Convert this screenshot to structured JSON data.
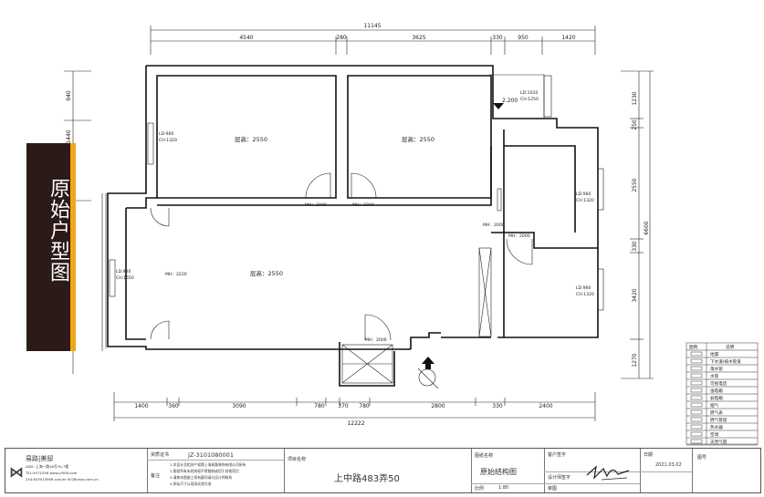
{
  "banner": {
    "text": "原始户型图"
  },
  "dims": {
    "total_top": "11145",
    "top": [
      "4540",
      "280",
      "3625",
      "330",
      "950",
      "1420"
    ],
    "total_bottom": "12222",
    "bottom": [
      "1400",
      "360",
      "3090",
      "780",
      "370",
      "780",
      "2800",
      "330",
      "2400"
    ],
    "total_right": "6600",
    "right": [
      "1230",
      "250",
      "2550",
      "330",
      "3420",
      "1270"
    ],
    "left": [
      "940",
      "1440"
    ]
  },
  "rooms": {
    "ch1": "层高：2550",
    "ch2": "层高：2550",
    "ch3": "层高：2550",
    "level": "2.200"
  },
  "windows": {
    "w1a": "LD:960",
    "w1b": "CH:1320",
    "w2a": "LD:1010",
    "w2b": "CH:1250",
    "w3a": "LD:960",
    "w3b": "CH:1320",
    "w4a": "LD:960",
    "w4b": "CH:1320",
    "w5a": "LD:920",
    "w5b": "CH:1550"
  },
  "doors": {
    "d1": "MH：2000",
    "d2": "MH：2000",
    "d3": "MH：2000",
    "d4": "MH：2000",
    "d5": "MH：2220",
    "d6": "MH：2000"
  },
  "legend": {
    "header_symbol": "图例",
    "header_desc": "说明",
    "items": [
      "地漏",
      "下水道/排水管道",
      "落水管",
      "水管",
      "可视电话",
      "强电箱",
      "弱电箱",
      "烟气",
      "燃气表",
      "燃气管道",
      "热水器",
      "空调",
      "天然气管"
    ]
  },
  "title_block": {
    "company": "易路|美邸",
    "address1": "ADD: 上海一路18号7b-7楼",
    "address2": "TEL:5071556  www.yl508.com",
    "address3": "244:643015566 com/m 5028yhoo.com.cn",
    "cert_label": "资质证书",
    "cert_no": "JZ-3101080001",
    "note_label": "备注",
    "notes": [
      "1.本设计及相关产权属上海易路装饰有限公司所有",
      "2.版权所有未经授权不得复制或用于其他项目",
      "3.请按本图施工如有疑问请与设计师联系",
      "4.所标尺寸以现场实测为准"
    ],
    "project_label": "项目名称",
    "project": "上中路483弄50",
    "drawing_label": "图纸名称",
    "drawing": "原始结构图",
    "scale_label": "比例",
    "scale": "1:80",
    "client_label": "客户签字",
    "designer_label": "设计师签字",
    "reviewer_label": "审图",
    "date_label": "日期",
    "date": "2021.03.02",
    "page_label": "图号"
  }
}
